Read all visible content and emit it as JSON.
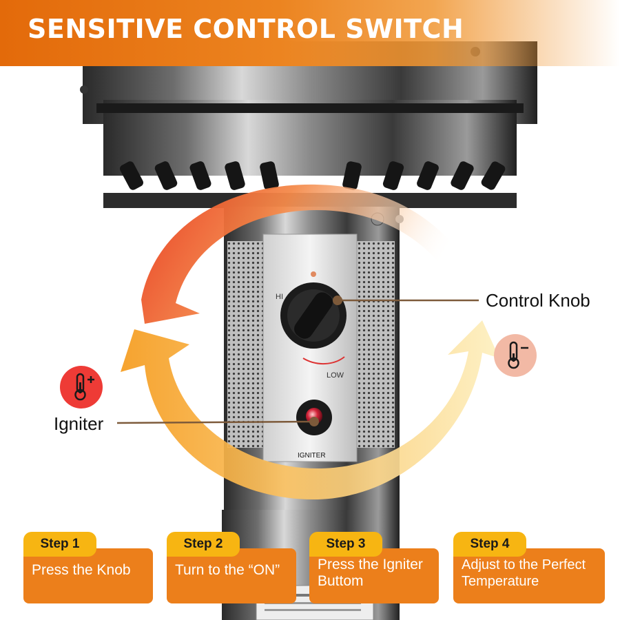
{
  "banner": {
    "title": "SENSITIVE CONTROL SWITCH"
  },
  "labels": {
    "control_knob": "Control Knob",
    "igniter": "Igniter",
    "knob_high": "HI",
    "knob_low": "LOW",
    "igniter_panel": "IGNITER"
  },
  "icons": {
    "increase": "thermometer-plus-icon",
    "decrease": "thermometer-minus-icon"
  },
  "colors": {
    "banner_orange": "#e36a0a",
    "step_tab": "#f7b512",
    "step_body": "#ec7f1b",
    "arrow_red": "#e8381a",
    "arrow_yellow": "#fde9a0"
  },
  "steps": [
    {
      "label": "Step 1",
      "text": "Press the Knob"
    },
    {
      "label": "Step 2",
      "text": "Turn to the “ON”"
    },
    {
      "label": "Step 3",
      "text": "Press the Igniter Buttom"
    },
    {
      "label": "Step 4",
      "text": "Adjust to the Perfect Temperature"
    }
  ]
}
